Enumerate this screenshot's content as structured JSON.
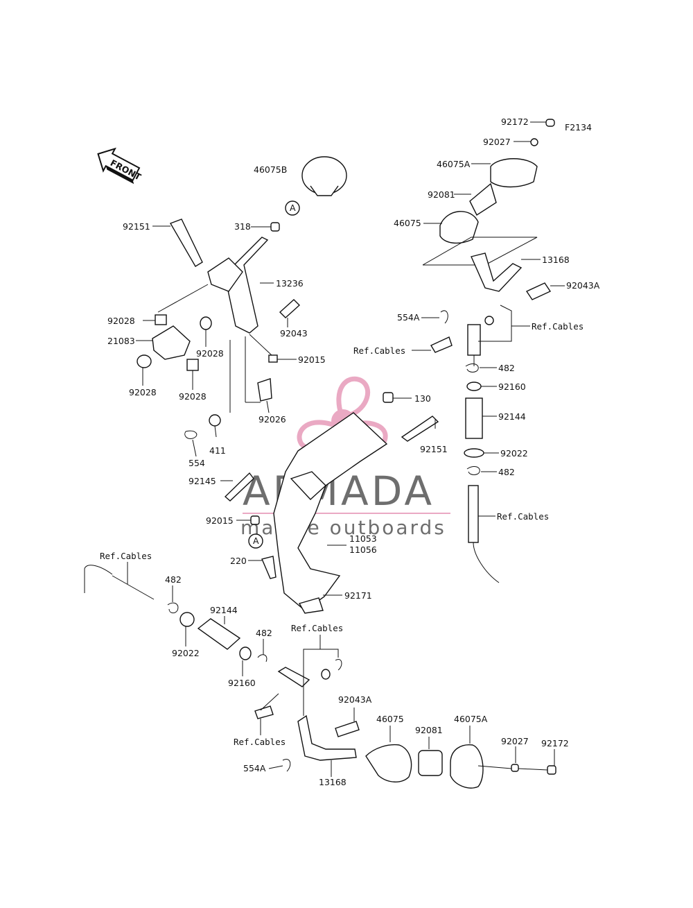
{
  "diagram_code": "F2134",
  "front_label": "FRONT",
  "circle_marker": "A",
  "watermark": {
    "brand": "ARMADA",
    "tagline": "marine outboards",
    "logo_color": "#e8a0bd"
  },
  "labels": {
    "l1": "92172",
    "l2": "92027",
    "l3": "46075A",
    "l4": "92081",
    "l5": "46075",
    "l6": "13168",
    "l7": "92043A",
    "l8": "554A",
    "l9": "Ref.Cables",
    "l10": "Ref.Cables",
    "l11": "482",
    "l12": "92160",
    "l13": "92144",
    "l14": "92022",
    "l15": "482",
    "l16": "Ref.Cables",
    "l17": "46075B",
    "l18": "318",
    "l19": "92151",
    "l20": "13236",
    "l21": "92028",
    "l22": "21083",
    "l23": "92028",
    "l24": "92043",
    "l25": "92028",
    "l26": "92028",
    "l27": "92015",
    "l28": "92026",
    "l29": "130",
    "l30": "92151",
    "l31": "554",
    "l32": "411",
    "l33": "92145",
    "l34": "92015",
    "l35": "11053",
    "l36": "11056",
    "l37": "220",
    "l38": "92171",
    "l39": "Ref.Cables",
    "l40": "482",
    "l41": "92144",
    "l42": "92022",
    "l43": "92160",
    "l44": "482",
    "l45": "Ref.Cables",
    "l46": "92043A",
    "l47": "46075",
    "l48": "92081",
    "l49": "46075A",
    "l50": "92027",
    "l51": "92172",
    "l52": "Ref.Cables",
    "l53": "554A",
    "l54": "13168"
  }
}
